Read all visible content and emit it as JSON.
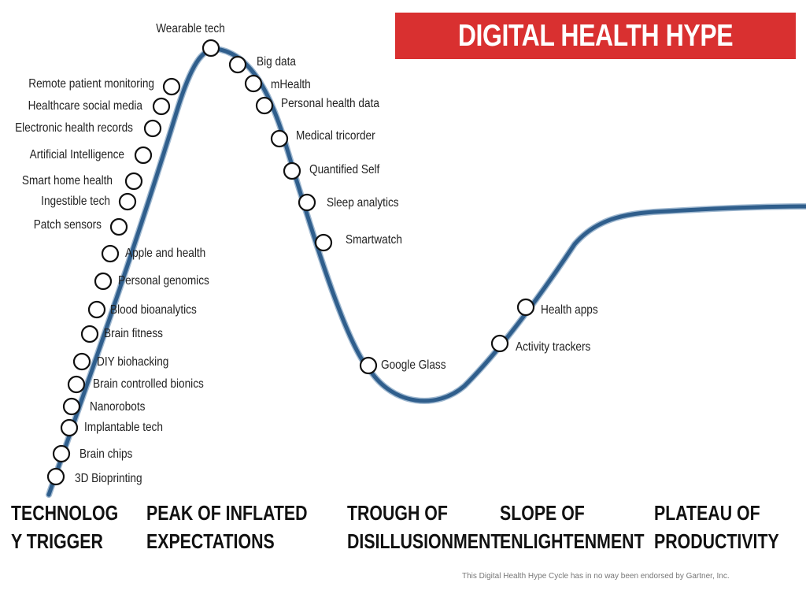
{
  "title": "DIGITAL HEALTH HYPE CYCLE",
  "colors": {
    "banner": "#d93030",
    "curve": "#2f5e8c",
    "text": "#222222"
  },
  "technologies": [
    {
      "label": "Wearable tech"
    },
    {
      "label": "Big data"
    },
    {
      "label": "mHealth"
    },
    {
      "label": "Personal health data"
    },
    {
      "label": "Medical tricorder"
    },
    {
      "label": "Quantified Self"
    },
    {
      "label": "Sleep analytics"
    },
    {
      "label": "Smartwatch"
    },
    {
      "label": "Google Glass"
    },
    {
      "label": "Activity trackers"
    },
    {
      "label": "Health apps"
    },
    {
      "label": "Remote patient monitoring"
    },
    {
      "label": "Healthcare social media"
    },
    {
      "label": "Electronic health records"
    },
    {
      "label": "Artificial Intelligence"
    },
    {
      "label": "Smart home health"
    },
    {
      "label": "Ingestible tech"
    },
    {
      "label": "Patch sensors"
    },
    {
      "label": "Apple and health"
    },
    {
      "label": "Personal genomics"
    },
    {
      "label": "Blood bioanalytics"
    },
    {
      "label": "Brain fitness"
    },
    {
      "label": "DIY biohacking"
    },
    {
      "label": "Brain controlled bionics"
    },
    {
      "label": "Nanorobots"
    },
    {
      "label": "Implantable tech"
    },
    {
      "label": "Brain chips"
    },
    {
      "label": "3D Bioprinting"
    }
  ],
  "phases": {
    "trigger": {
      "line1": "TECHNOLOG",
      "line2": "Y TRIGGER"
    },
    "peak": {
      "line1": "PEAK OF INFLATED",
      "line2": "EXPECTATIONS"
    },
    "trough": {
      "line1": "TROUGH OF",
      "line2": "DISILLUSIONMENT"
    },
    "slope": {
      "line1": "SLOPE OF",
      "line2": "ENLIGHTENMENT"
    },
    "plateau": {
      "line1": "PLATEAU OF",
      "line2": "PRODUCTIVITY"
    }
  },
  "disclaimer": "This Digital Health Hype Cycle has in no way been endorsed by Gartner, Inc."
}
